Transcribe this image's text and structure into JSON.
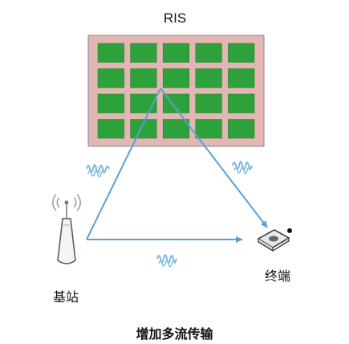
{
  "labels": {
    "ris": "RIS",
    "base_station": "基站",
    "terminal": "终端",
    "caption": "增加多流传输"
  },
  "ris_panel": {
    "rows": 4,
    "cols": 5,
    "frame_color": "#e2b6b2",
    "element_color": "#2da23a"
  },
  "arrow_color": "#5aa0d6",
  "wave_color": "#7fb8e0",
  "icons": {
    "base_station": "antenna-tower-icon",
    "terminal": "terminal-device-icon",
    "signal": "signal-wave-icon"
  }
}
